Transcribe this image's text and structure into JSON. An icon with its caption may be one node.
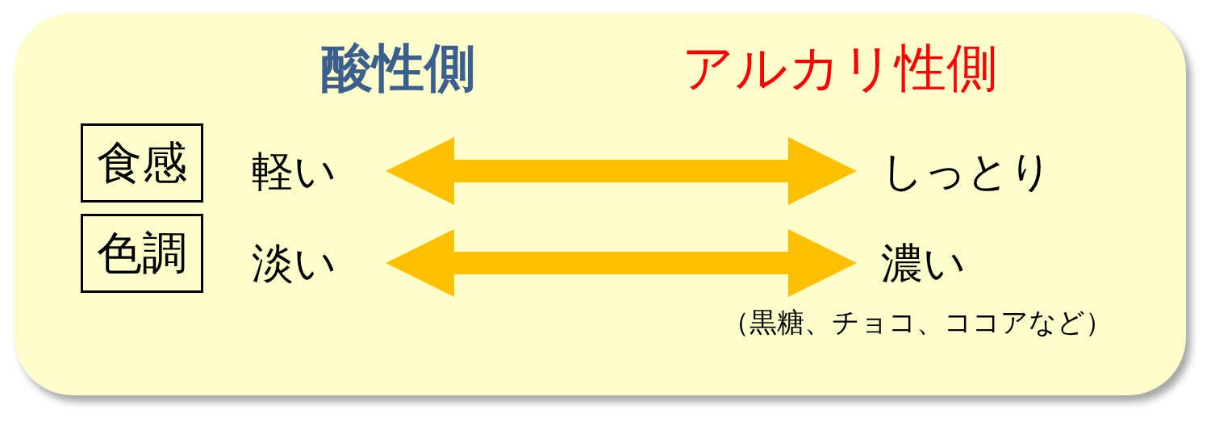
{
  "diagram": {
    "nodes": [
      {
        "text": [
          "食感"
        ]
      },
      {
        "text": [
          "色調"
        ]
      },
      {
        "text": [
          "軽い"
        ]
      },
      {
        "text": [
          "しっとり"
        ]
      },
      {
        "text": [
          "淡い"
        ]
      },
      {
        "text": [
          "濃い"
        ],
        "beside": [
          "（黒糖、チョコ、ココアなど）"
        ]
      }
    ],
    "edges": [
      {
        "from": 2,
        "to": 3,
        "arrow": "both"
      },
      {
        "from": 4,
        "to": 5,
        "arrow": "both"
      }
    ],
    "labels": [
      "酸性側",
      "アルカリ性側"
    ]
  }
}
